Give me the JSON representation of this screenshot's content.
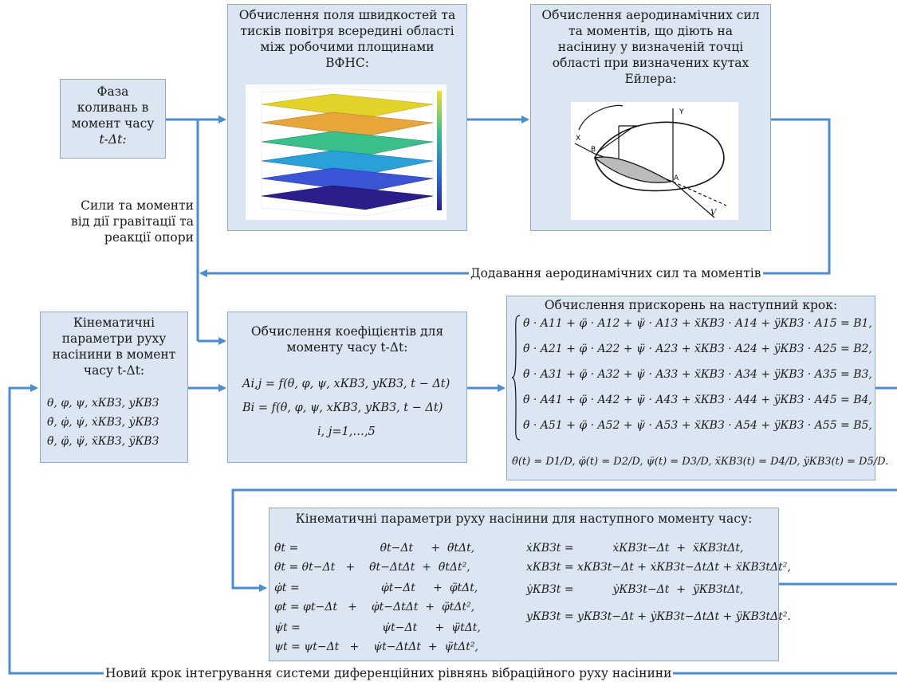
{
  "phase_box": {
    "l1": "Фаза",
    "l2": "коливань в",
    "l3": "момент часу",
    "l4": "t-Δt:"
  },
  "velocity_box": {
    "l1": "Обчислення поля швидкостей та",
    "l2": "тисків повітря всередині області",
    "l3": "між робочими площинами",
    "l4": "ВФНС:"
  },
  "aero_box": {
    "l1": "Обчислення аеродинамічних сил",
    "l2": "та моментів, що діють на",
    "l3": "насінину у визначеній точці",
    "l4": "області при визначених кутах",
    "l5": "Ейлера:"
  },
  "gravity_label": {
    "l1": "Сили та моменти",
    "l2": "від дії гравітації та",
    "l3": "реакції опори"
  },
  "add_aero_label": "Додавання аеродинамічних сил та моментів",
  "kin_box": {
    "l1": "Кінематичні",
    "l2": "параметри руху",
    "l3": "насінини в момент",
    "l4": "часу t-Δt:",
    "m1": "θ, φ, ψ, xКВЗ, yКВЗ",
    "m2": "θ̇, φ̇, ψ̇, ẋКВЗ, ẏКВЗ",
    "m3": "θ̈, φ̈, ψ̈, ẍКВЗ, ÿКВЗ"
  },
  "coef_box": {
    "l1": "Обчислення коефіцієнтів для",
    "l2": "моменту часу t-Δt:",
    "f1": "Ai,j = f(θ, φ, ψ, xКВЗ, yКВЗ, t − Δt)",
    "f2": "Bi = f(θ, φ, ψ, xКВЗ, yКВЗ, t − Δt)",
    "f3": "i, j=1,…,5"
  },
  "accel_box": {
    "title": "Обчислення прискорень на наступний крок:",
    "eqs": [
      "θ̈ · A11 + φ̈ · A12 + ψ̈ · A13 + ẍКВЗ · A14 + ÿКВЗ · A15 = B1,",
      "θ̈ · A21 + φ̈ · A22 + ψ̈ · A23 + ẍКВЗ · A24 + ÿКВЗ · A25 = B2,",
      "θ̈ · A31 + φ̈ · A32 + ψ̈ · A33 + ẍКВЗ · A34 + ÿКВЗ · A35 = B3,",
      "θ̈ · A41 + φ̈ · A42 + ψ̈ · A43 + ẍКВЗ · A44 + ÿКВЗ · A45 = B4,",
      "θ̈ · A51 + φ̈ · A52 + ψ̈ · A53 + ẍКВЗ · A54 + ÿКВЗ · A55 = B5,"
    ],
    "sol": "θ̈(t) = D1/D,  φ̈(t) = D2/D,  ψ̈(t) = D3/D,  ẍКВЗ(t) = D4/D,  ÿКВЗ(t) = D5/D."
  },
  "next_box": {
    "title": "Кінематичні параметри руху насінини для наступного моменту часу:",
    "left": [
      "θ̇t =                       θ̇t−Δt     +  θ̈tΔt,",
      "θt = θt−Δt   +    θ̇t−ΔtΔt  +  θ̈tΔt²,",
      "φ̇t =                       φ̇t−Δt     +  φ̈tΔt,",
      "φt = φt−Δt   +    φ̇t−ΔtΔt  +  φ̈tΔt²,",
      "ψ̇t =                       ψ̇t−Δt     +  ψ̈tΔt,",
      "ψt = ψt−Δt   +    ψ̇t−ΔtΔt  +  ψ̈tΔt²,"
    ],
    "right": [
      "ẋКВЗt =           ẋКВЗt−Δt  +  ẍКВЗtΔt,",
      "xКВЗt = xКВЗt−Δt + ẋКВЗt−ΔtΔt + ẍКВЗtΔt²,",
      "ẏКВЗt =           ẏКВЗt−Δt  +  ÿКВЗtΔt,",
      "yКВЗt = yКВЗt−Δt + ẏКВЗt−ΔtΔt + ÿКВЗtΔt²."
    ]
  },
  "new_step_label": "Новий крок інтегрування системи диференційних рівнянь вібраційного руху насінини",
  "figure_labels": {
    "x": "X",
    "y": "Y",
    "b": "B",
    "a": "A",
    "v": "V"
  },
  "colors": {
    "box_fill": "#dce6f2",
    "box_border": "#8faacd",
    "arrow": "#4a8ed0"
  }
}
